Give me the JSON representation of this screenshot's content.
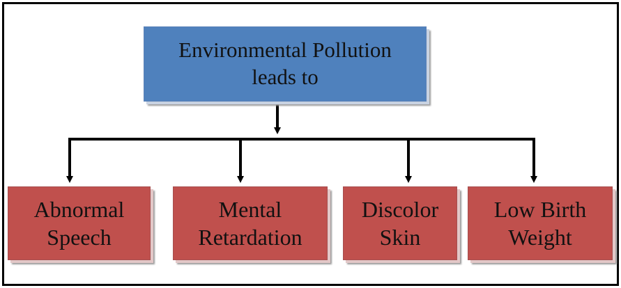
{
  "diagram": {
    "root": {
      "label_line1": "Environmental Pollution",
      "label_line2": "leads to"
    },
    "effects": [
      {
        "line1": "Abnormal",
        "line2": "Speech"
      },
      {
        "line1": "Mental",
        "line2": "Retardation"
      },
      {
        "line1": "Discolor",
        "line2": "Skin"
      },
      {
        "line1": "Low Birth",
        "line2": "Weight"
      }
    ]
  },
  "colors": {
    "root_fill": "#4f81bd",
    "effect_fill": "#c0504d",
    "line": "#000000"
  }
}
